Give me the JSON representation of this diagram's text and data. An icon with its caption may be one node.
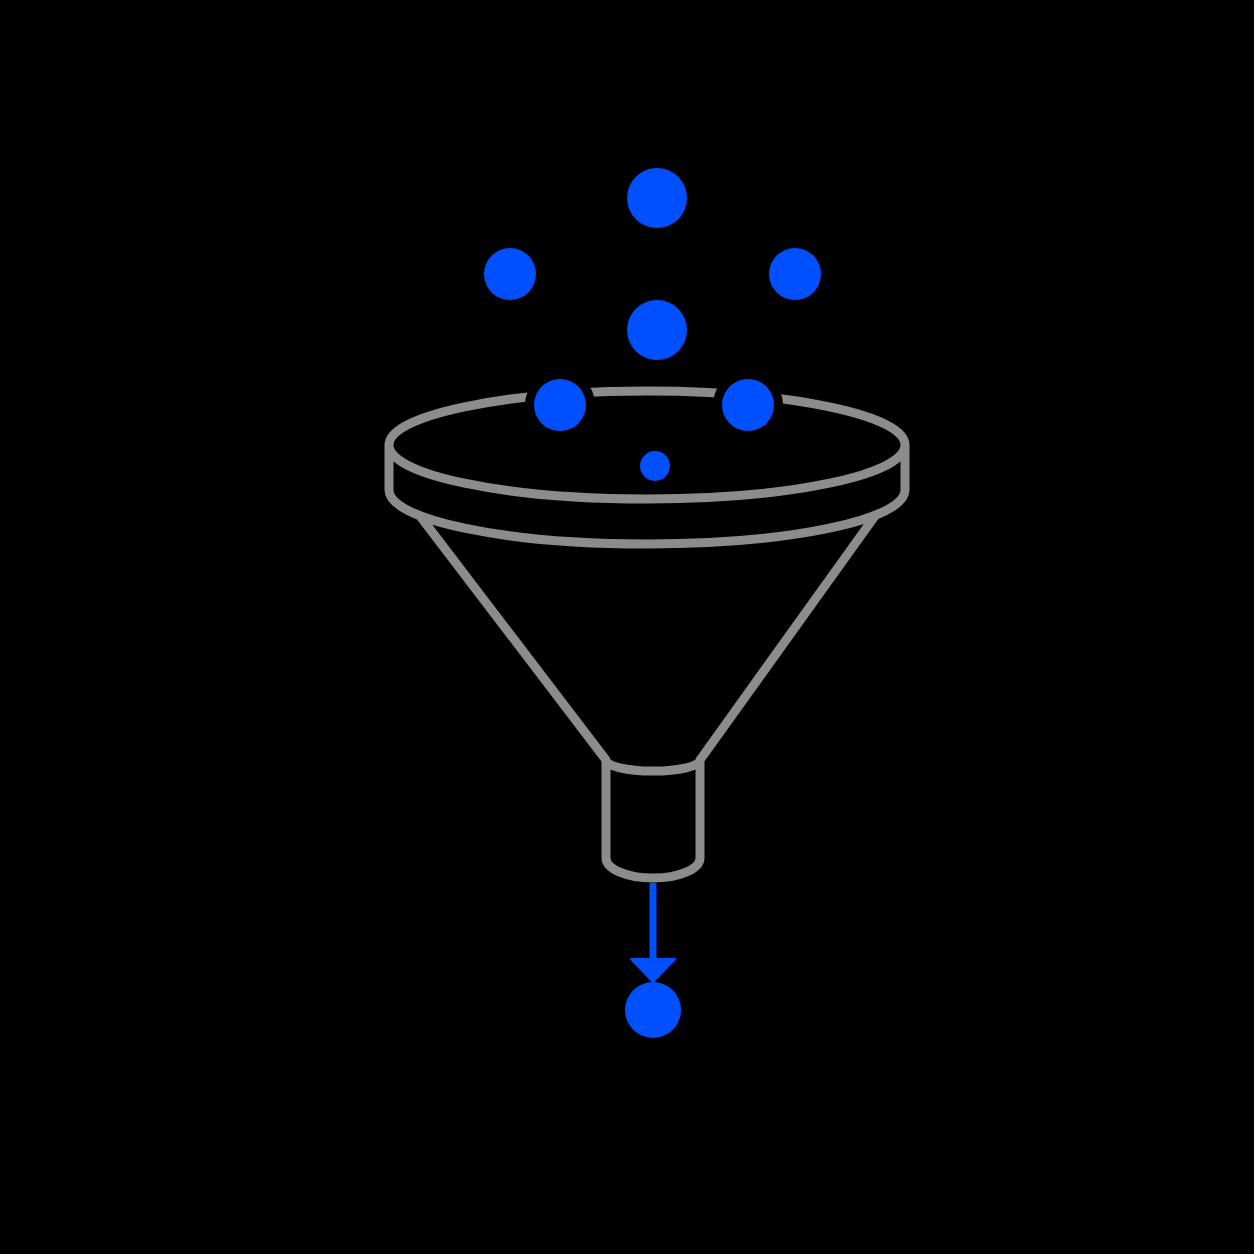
{
  "diagram": {
    "nodes": [
      {
        "text": [],
        "shape": "circle"
      },
      {
        "text": [],
        "shape": "circle"
      },
      {
        "text": [],
        "shape": "circle"
      },
      {
        "text": [],
        "shape": "circle"
      },
      {
        "text": [],
        "shape": "circle"
      },
      {
        "text": [],
        "shape": "circle"
      },
      {
        "text": [],
        "shape": "picture"
      },
      {
        "text": [],
        "shape": "circle",
        "in": 6
      },
      {
        "text": [],
        "shape": "circle"
      }
    ],
    "edges": [
      {
        "from": 6,
        "to": 8,
        "arrow": "to"
      }
    ]
  }
}
